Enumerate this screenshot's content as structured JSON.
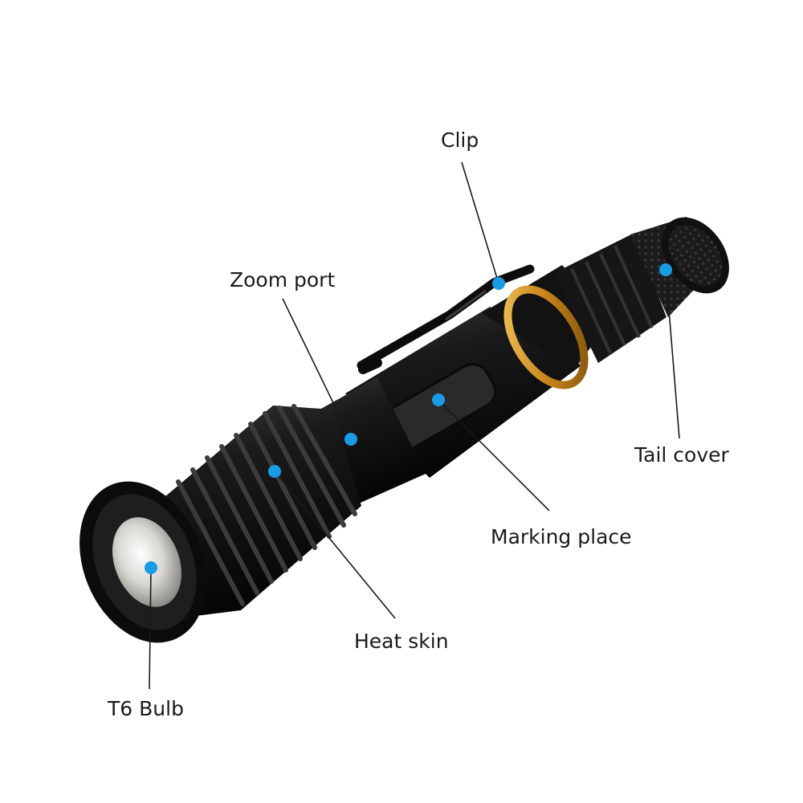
{
  "diagram": {
    "callouts": [
      {
        "id": "clip",
        "label": "Clip"
      },
      {
        "id": "zoom",
        "label": "Zoom port"
      },
      {
        "id": "tail",
        "label": "Tail cover"
      },
      {
        "id": "marking",
        "label": "Marking place"
      },
      {
        "id": "heat",
        "label": "Heat skin"
      },
      {
        "id": "bulb",
        "label": "T6 Bulb"
      }
    ],
    "colors": {
      "marker_dot": "#1a9be6",
      "leader_line": "#1a1a1a",
      "body_black": "#141414",
      "accent_ring": "#d89a1e",
      "lens": "#e9e7e2"
    }
  }
}
